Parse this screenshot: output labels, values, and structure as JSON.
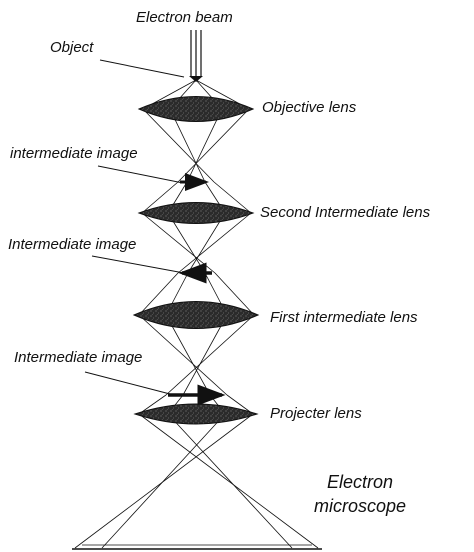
{
  "labels": {
    "electron_beam": "Electron beam",
    "object": "Object",
    "objective_lens": "Objective lens",
    "intermediate_image_1": "intermediate image",
    "second_intermediate_lens": "Second Intermediate lens",
    "intermediate_image_2": "Intermediate image",
    "first_intermediate_lens": "First intermediate lens",
    "intermediate_image_3": "Intermediate image",
    "projecter_lens": "Projecter lens",
    "electron_microscope_line1": "Electron",
    "electron_microscope_line2": "microscope"
  },
  "colors": {
    "ink": "#111111",
    "lens_fill": "#2b2b2b",
    "lens_speckle": "#8a8a8a"
  }
}
